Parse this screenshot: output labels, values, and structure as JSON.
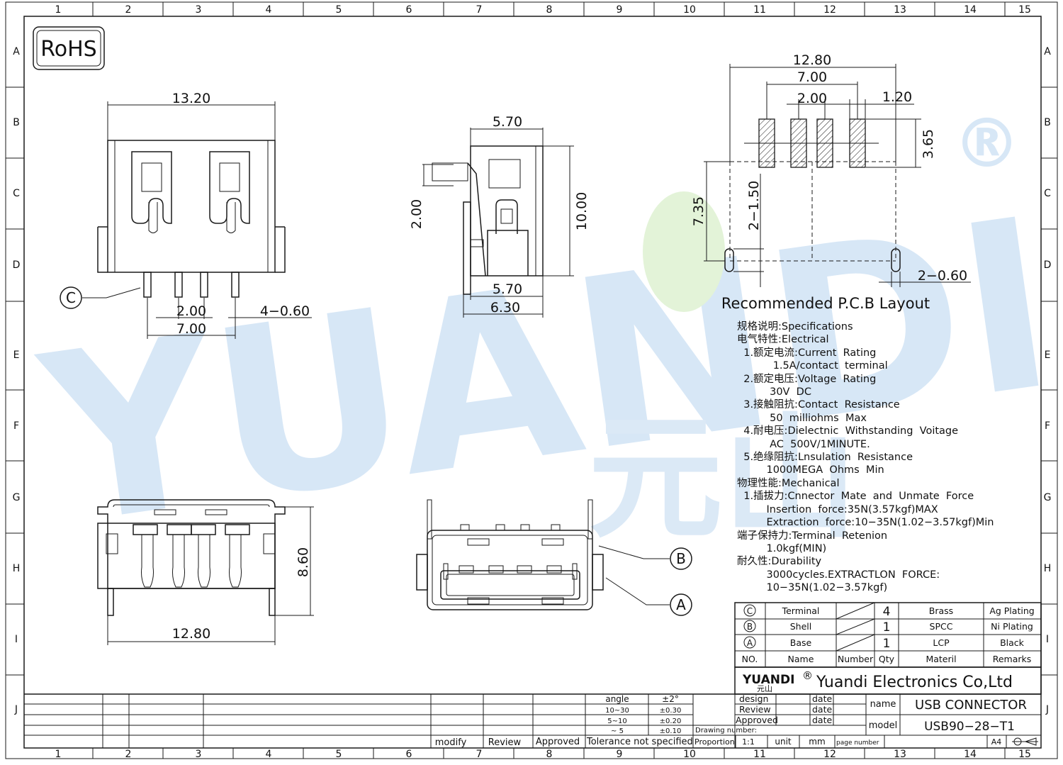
{
  "colors": {
    "ink": "#1a1a1a",
    "watermark": "#d7e7f6",
    "watermark_accent": "#dff3d5",
    "paper": "#ffffff"
  },
  "frame": {
    "col_numbers": [
      "1",
      "2",
      "3",
      "4",
      "5",
      "6",
      "7",
      "8",
      "9",
      "10",
      "11",
      "12",
      "13",
      "14",
      "15"
    ],
    "row_letters": [
      "A",
      "B",
      "C",
      "D",
      "E",
      "F",
      "G",
      "H",
      "I",
      "J"
    ]
  },
  "rohs": "RoHS",
  "watermark": {
    "text": "YUANDI",
    "registered": "®",
    "chinese": "元山"
  },
  "front_view": {
    "width": "13.20",
    "callout": "C",
    "pitch": "2.00",
    "span": "7.00",
    "pins": "4−0.60"
  },
  "side_view": {
    "top": "5.70",
    "height": "10.00",
    "offset": "2.00",
    "bottom1": "5.70",
    "bottom2": "6.30"
  },
  "pcb_layout": {
    "overall": "12.80",
    "span": "7.00",
    "pitch": "2.00",
    "pad_width": "1.20",
    "pad_length": "3.65",
    "depth": "7.35",
    "slot_len": "2−1.50",
    "slot_width": "2−0.60",
    "title": "Recommended  P.C.B  Layout"
  },
  "back_view": {
    "height": "8.60",
    "width": "12.80"
  },
  "iso_view": {
    "callout_b": "B",
    "callout_a": "A"
  },
  "specs": [
    "规格说明:Specifications",
    "电气特性:Electrical",
    "  1.额定电流:Current  Rating",
    "           1.5A/contact  terminal",
    "  2.额定电压:Voltage  Rating",
    "          30V  DC",
    "  3.接触阻抗:Contact  Resistance",
    "          50  milliohms  Max",
    "  4.耐电压:Dielectnic  Withstanding  Voitage",
    "          AC  500V/1MINUTE.",
    "  5.绝缘阻抗:Lnsulation  Resistance",
    "         1000MEGA  Ohms  Min",
    "物理性能:Mechanical",
    "  1.插拔力:Cnnector  Mate  and  Unmate  Force",
    "         Insertion  force:35N(3.57kgf)MAX",
    "         Extraction  force:10−35N(1.02−3.57kgf)Min",
    "端子保持力:Terminal  Retenion",
    "         1.0kgf(MIN)",
    "耐久性:Durability",
    "         3000cycles.EXTRACTLON  FORCE:",
    "         10−35N(1.02−3.57kgf)"
  ],
  "bom": {
    "rows": [
      {
        "no": "C",
        "name": "Terminal",
        "qty": "4",
        "material": "Brass",
        "remarks": "Ag  Plating"
      },
      {
        "no": "B",
        "name": "Shell",
        "qty": "1",
        "material": "SPCC",
        "remarks": "Ni  Plating"
      },
      {
        "no": "A",
        "name": "Base",
        "qty": "1",
        "material": "LCP",
        "remarks": "Black"
      }
    ],
    "header": {
      "no": "NO.",
      "name": "Name",
      "number": "Number",
      "qty": "Qty",
      "material": "Materil",
      "remarks": "Remarks"
    }
  },
  "title_block": {
    "logo": "YUANDI",
    "logo_reg": "®",
    "logo_cn": "元山",
    "company": "Yuandi Electronics Co,Ltd",
    "design": "design",
    "review": "Review",
    "approved": "Approved",
    "date": "date",
    "name_label": "name",
    "name_value": "USB  CONNECTOR",
    "model_label": "model",
    "model_value": "USB90−28−T1",
    "drawing_number": "Drawing number:",
    "proportion": "Proportion",
    "scale": "1:1",
    "unit": "unit",
    "unit_value": "mm",
    "page_number": "page number",
    "size": "A4"
  },
  "tolerance": {
    "rows": [
      {
        "range": "angle",
        "value": "±2°"
      },
      {
        "range": "10~30",
        "value": "±0.30"
      },
      {
        "range": "5~10",
        "value": "±0.20"
      },
      {
        "range": "~ 5",
        "value": "±0.10"
      }
    ],
    "footer": "Tolerance  not  specified"
  },
  "revision": {
    "modify": "modify",
    "review": "Review",
    "approved": "Approved"
  }
}
